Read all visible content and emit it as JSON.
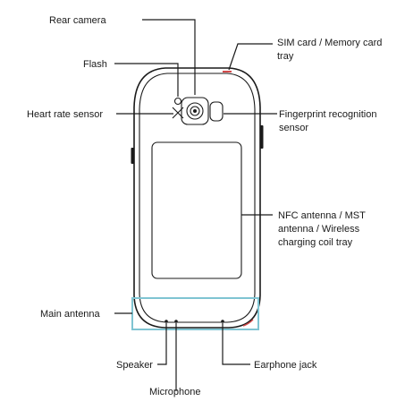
{
  "labels": {
    "rear_camera": "Rear camera",
    "flash": "Flash",
    "heart_rate_sensor": "Heart rate sensor",
    "sim_tray_line1": "SIM card / Memory card",
    "sim_tray_line2": "tray",
    "fingerprint_line1": "Fingerprint recognition",
    "fingerprint_line2": "sensor",
    "nfc_line1": "NFC antenna / MST",
    "nfc_line2": "antenna / Wireless",
    "nfc_line3": "charging coil tray",
    "main_antenna": "Main antenna",
    "speaker": "Speaker",
    "microphone": "Microphone",
    "earphone_jack": "Earphone jack"
  },
  "colors": {
    "line": "#1a1a1a",
    "antenna_highlight": "#7fc4d2",
    "accent_red": "#d24a4a"
  }
}
